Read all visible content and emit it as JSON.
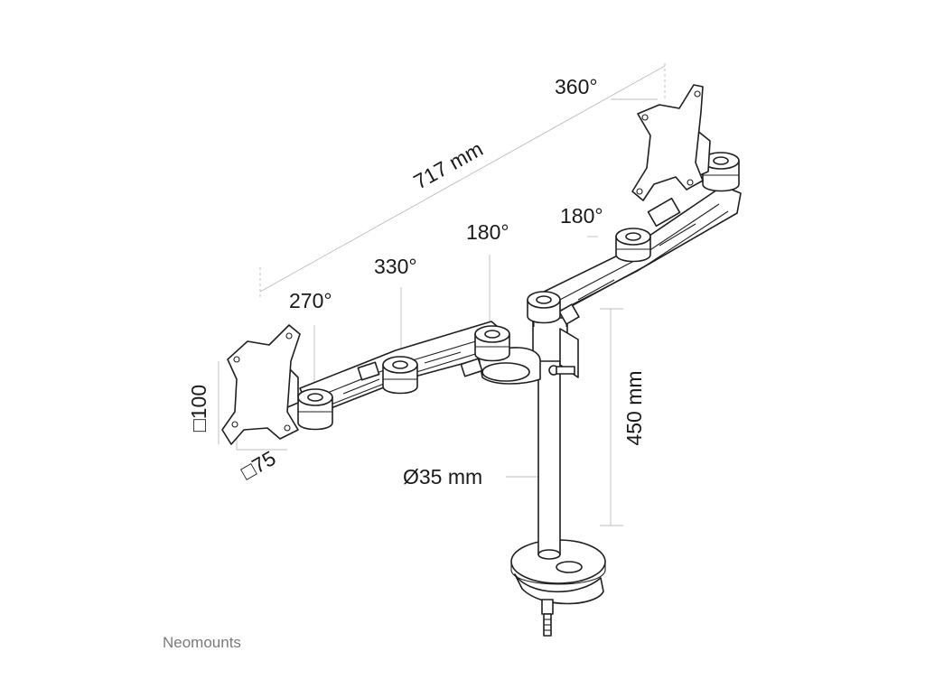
{
  "labels": {
    "rotation_top": "360°",
    "width": "717 mm",
    "swivel_right": "180°",
    "swivel_mid": "180°",
    "swivel_330": "330°",
    "swivel_270": "270°",
    "vesa_100": "□100",
    "vesa_75": "□75",
    "pole_diameter": "Ø35 mm",
    "height": "450 mm"
  },
  "brand": "Neomounts"
}
